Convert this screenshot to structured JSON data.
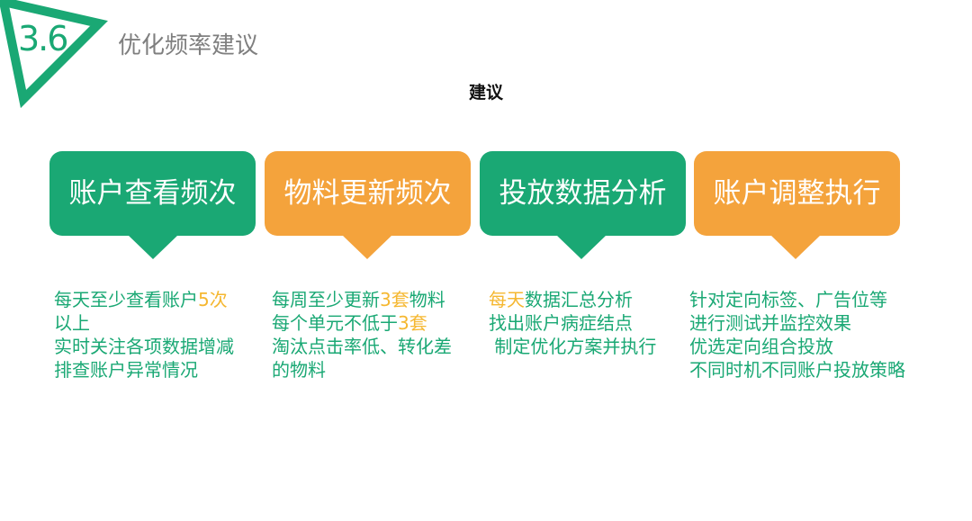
{
  "header": {
    "section_number": "3.6",
    "section_title": "优化频率建议",
    "subtitle": "建议"
  },
  "colors": {
    "green": "#1aa874",
    "orange": "#f4a33c",
    "highlight": "#f5b730",
    "title_gray": "#7f7f7f"
  },
  "cards": [
    {
      "title": "账户查看频次",
      "color": "green",
      "lines": [
        {
          "parts": [
            {
              "text": "每天至少查看账户"
            },
            {
              "text": "5次",
              "highlight": true
            }
          ]
        },
        {
          "parts": [
            {
              "text": "以上"
            }
          ]
        },
        {
          "parts": [
            {
              "text": "实时关注各项数据增减"
            }
          ]
        },
        {
          "parts": [
            {
              "text": "排查账户异常情况"
            }
          ]
        }
      ]
    },
    {
      "title": "物料更新频次",
      "color": "orange",
      "lines": [
        {
          "parts": [
            {
              "text": "每周至少更新"
            },
            {
              "text": "3套",
              "highlight": true
            },
            {
              "text": "物料"
            }
          ]
        },
        {
          "parts": [
            {
              "text": "每个单元不低于"
            },
            {
              "text": "3套",
              "highlight": true
            }
          ]
        },
        {
          "parts": [
            {
              "text": "淘汰点击率低、转化差"
            }
          ]
        },
        {
          "parts": [
            {
              "text": "的物料"
            }
          ]
        }
      ]
    },
    {
      "title": "投放数据分析",
      "color": "green",
      "lines": [
        {
          "parts": [
            {
              "text": "每天",
              "highlight": true
            },
            {
              "text": "数据汇总分析"
            }
          ]
        },
        {
          "parts": [
            {
              "text": "找出账户病症结点"
            }
          ]
        },
        {
          "parts": [
            {
              "text": " 制定优化方案并执行"
            }
          ]
        }
      ]
    },
    {
      "title": "账户调整执行",
      "color": "orange",
      "lines": [
        {
          "parts": [
            {
              "text": "针对定向标签、广告位等"
            }
          ]
        },
        {
          "parts": [
            {
              "text": "进行测试并监控效果"
            }
          ]
        },
        {
          "parts": [
            {
              "text": "优选定向组合投放"
            }
          ]
        },
        {
          "parts": [
            {
              "text": "不同时机不同账户投放策略"
            }
          ]
        }
      ]
    }
  ]
}
